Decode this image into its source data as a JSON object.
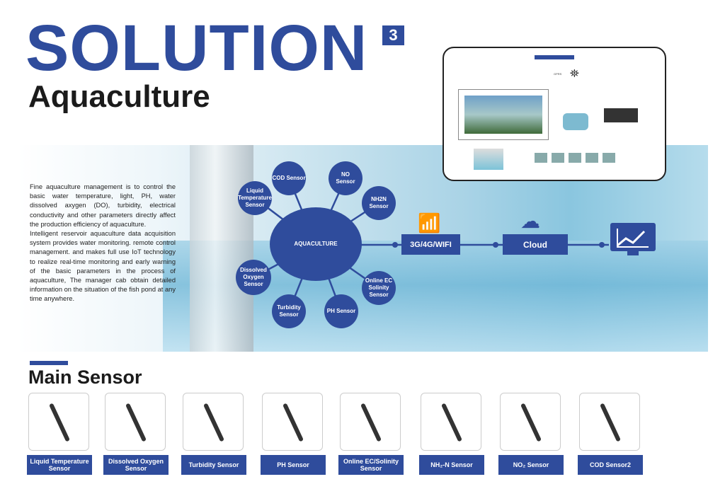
{
  "header": {
    "title": "SOLUTION",
    "number": "3",
    "subtitle": "Aquaculture"
  },
  "description": [
    "Fine aquaculture management is to control the basic water temperature, light, PH, water dissolved axygen (DO), turbidity, electrical conductivity and other parameters directly affect the production efficiency of aquaculture.",
    "Intelligent reservoir aquaculture data acquisition system provides water monitoring. remote control management. and makes full use IoT technology to realize real-time monitoring and early warning of the basic parameters in the process of aquaculture, The manager cab obtain detailed information on the situation of the fish pond at any time anywhere."
  ],
  "diagram": {
    "hub": "AQUACULTURE",
    "nodes": [
      "COD Sensor",
      "NO Sensor",
      "NH2N Sensor",
      "Liquid Temperature Sensor",
      "Dissolved Oxygen Sensor",
      "Online EC Solinity Sensor",
      "PH Sensor",
      "Turbidity Sensor"
    ],
    "network": "3G/4G/WIFI",
    "cloud": "Cloud",
    "inset_label": "GPRS"
  },
  "main_sensor": {
    "title": "Main Sensor",
    "items": [
      "Liquid Temperature Sensor",
      "Dissolved Oxygen Sensor",
      "Turbidity Sensor",
      "PH Sensor",
      "Online EC/Solinity Sensor",
      "NH₂-N Sensor",
      "NO₂ Sensor",
      "COD Sensor2"
    ]
  },
  "colors": {
    "brand": "#2f4c9c"
  }
}
